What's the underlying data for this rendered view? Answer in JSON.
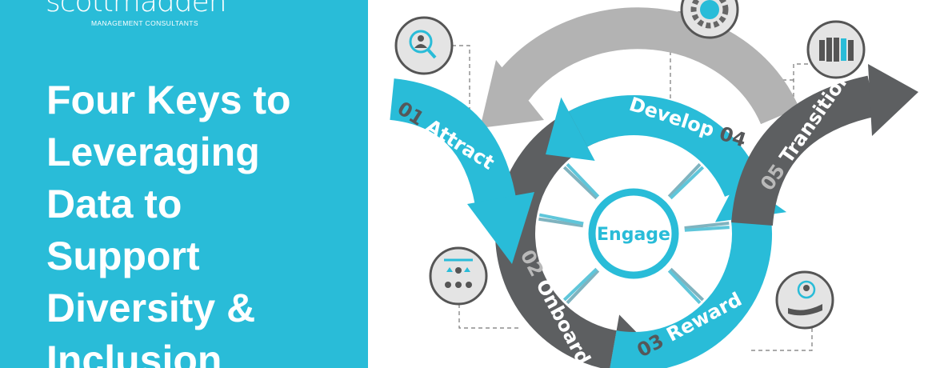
{
  "brand": {
    "logo": "scottmadden",
    "tagline": "MANAGEMENT CONSULTANTS"
  },
  "title_lines": [
    "Four Keys to",
    "Leveraging",
    "Data to",
    "Support",
    "Diversity &",
    "Inclusion"
  ],
  "diagram": {
    "center": "Engage",
    "stages": [
      {
        "num": "01",
        "label": "Attract",
        "icon": "person-search-icon"
      },
      {
        "num": "02",
        "label": "Onboard",
        "icon": "org-chart-icon"
      },
      {
        "num": "03",
        "label": "Reward",
        "icon": "hand-person-icon"
      },
      {
        "num": "04",
        "label": "Develop",
        "icon": "gear-people-icon"
      },
      {
        "num": "05",
        "label": "Transition",
        "icon": "crowd-icon"
      }
    ]
  },
  "colors": {
    "cyan": "#29bcd8",
    "dark": "#5d5f61",
    "light": "#b3b3b3"
  }
}
